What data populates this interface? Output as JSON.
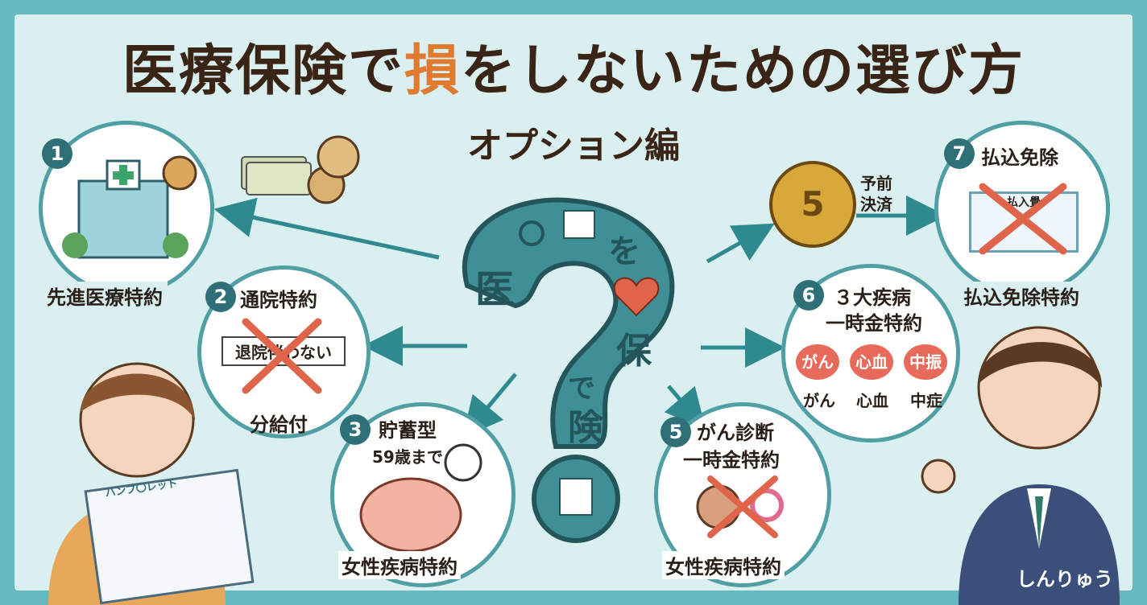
{
  "title": {
    "before": "医療保険で",
    "accent": "損",
    "after": "をしないための選び方"
  },
  "subtitle": "オプション編",
  "center_chars": [
    "医",
    "を",
    "保",
    "で",
    "険"
  ],
  "items": [
    {
      "num": "1",
      "label": "先進医療特約"
    },
    {
      "num": "2",
      "label": "通院特約",
      "sign": "退院伴わない",
      "bottom": "分給付"
    },
    {
      "num": "3",
      "label": "貯蓄型",
      "age": "59歳まで",
      "bottom": "女性疾病特約"
    },
    {
      "num": "5",
      "label_line1": "がん診断",
      "label_line2": "一時金特約",
      "bottom": "女性疾病特約"
    },
    {
      "num": "6",
      "label_line1": "３大疾病",
      "label_line2": "一時金特約",
      "hearts": [
        {
          "icon": "がん",
          "caption": "がん"
        },
        {
          "icon": "心血",
          "caption": "心血"
        },
        {
          "icon": "中振",
          "caption": "中症"
        }
      ]
    },
    {
      "num": "7",
      "label": "払込免除",
      "form": "払入覺",
      "bottom": "払込免除特約"
    }
  ],
  "prepay": {
    "line1": "予前",
    "line2": "決済",
    "coin": "5"
  },
  "pamphlet": "ハンフ〇レット",
  "brand": "しんりゅう",
  "colors": {
    "accent": "#e07a2f",
    "teal": "#4f9fa5",
    "dark": "#2f6f78",
    "cross": "#e0644a"
  }
}
